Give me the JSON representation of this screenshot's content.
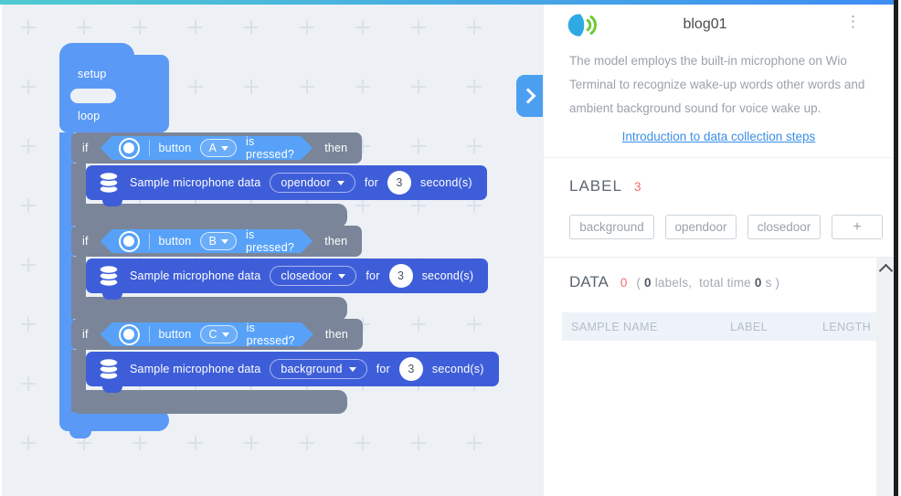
{
  "workspace": {
    "setup_label": "setup",
    "loop_label": "loop",
    "if_blocks": [
      {
        "if_label": "if",
        "button_label": "button",
        "button_value": "A",
        "condition_suffix": "is pressed?",
        "then_label": "then",
        "action_label": "Sample microphone data",
        "label_value": "opendoor",
        "for_label": "for",
        "duration": "3",
        "unit_label": "second(s)"
      },
      {
        "if_label": "if",
        "button_label": "button",
        "button_value": "B",
        "condition_suffix": "is pressed?",
        "then_label": "then",
        "action_label": "Sample microphone data",
        "label_value": "closedoor",
        "for_label": "for",
        "duration": "3",
        "unit_label": "second(s)"
      },
      {
        "if_label": "if",
        "button_label": "button",
        "button_value": "C",
        "condition_suffix": "is pressed?",
        "then_label": "then",
        "action_label": "Sample microphone data",
        "label_value": "background",
        "for_label": "for",
        "duration": "3",
        "unit_label": "second(s)"
      }
    ]
  },
  "panel": {
    "title": "blog01",
    "kebab_icon": "⋮",
    "description": "The model employs the built-in microphone on Wio Terminal to recognize wake-up words other words and ambient background sound for voice wake up.",
    "link_label": "Introduction to data collection steps",
    "label_section": {
      "heading": "LABEL",
      "count": "3",
      "buttons": [
        "background",
        "opendoor",
        "closedoor"
      ],
      "add_label": "+"
    },
    "data_section": {
      "heading": "DATA",
      "count": "0",
      "paren_open": "(",
      "labels_value": "0",
      "labels_text": "labels,",
      "total_text": "total time",
      "time_value": "0",
      "paren_close": "s )",
      "columns": [
        "SAMPLE NAME",
        "LABEL",
        "LENGTH"
      ]
    }
  },
  "colors": {
    "accent_red": "#f56c6c",
    "link_blue": "#3a8ee6",
    "block_blue": "#5a9af6",
    "block_gray": "#7a8599",
    "block_navy": "#3e5ed9",
    "topbar_gradient_start": "#4fcbd0",
    "topbar_gradient_end": "#3f8df4",
    "workspace_bg": "#edf1f6"
  }
}
